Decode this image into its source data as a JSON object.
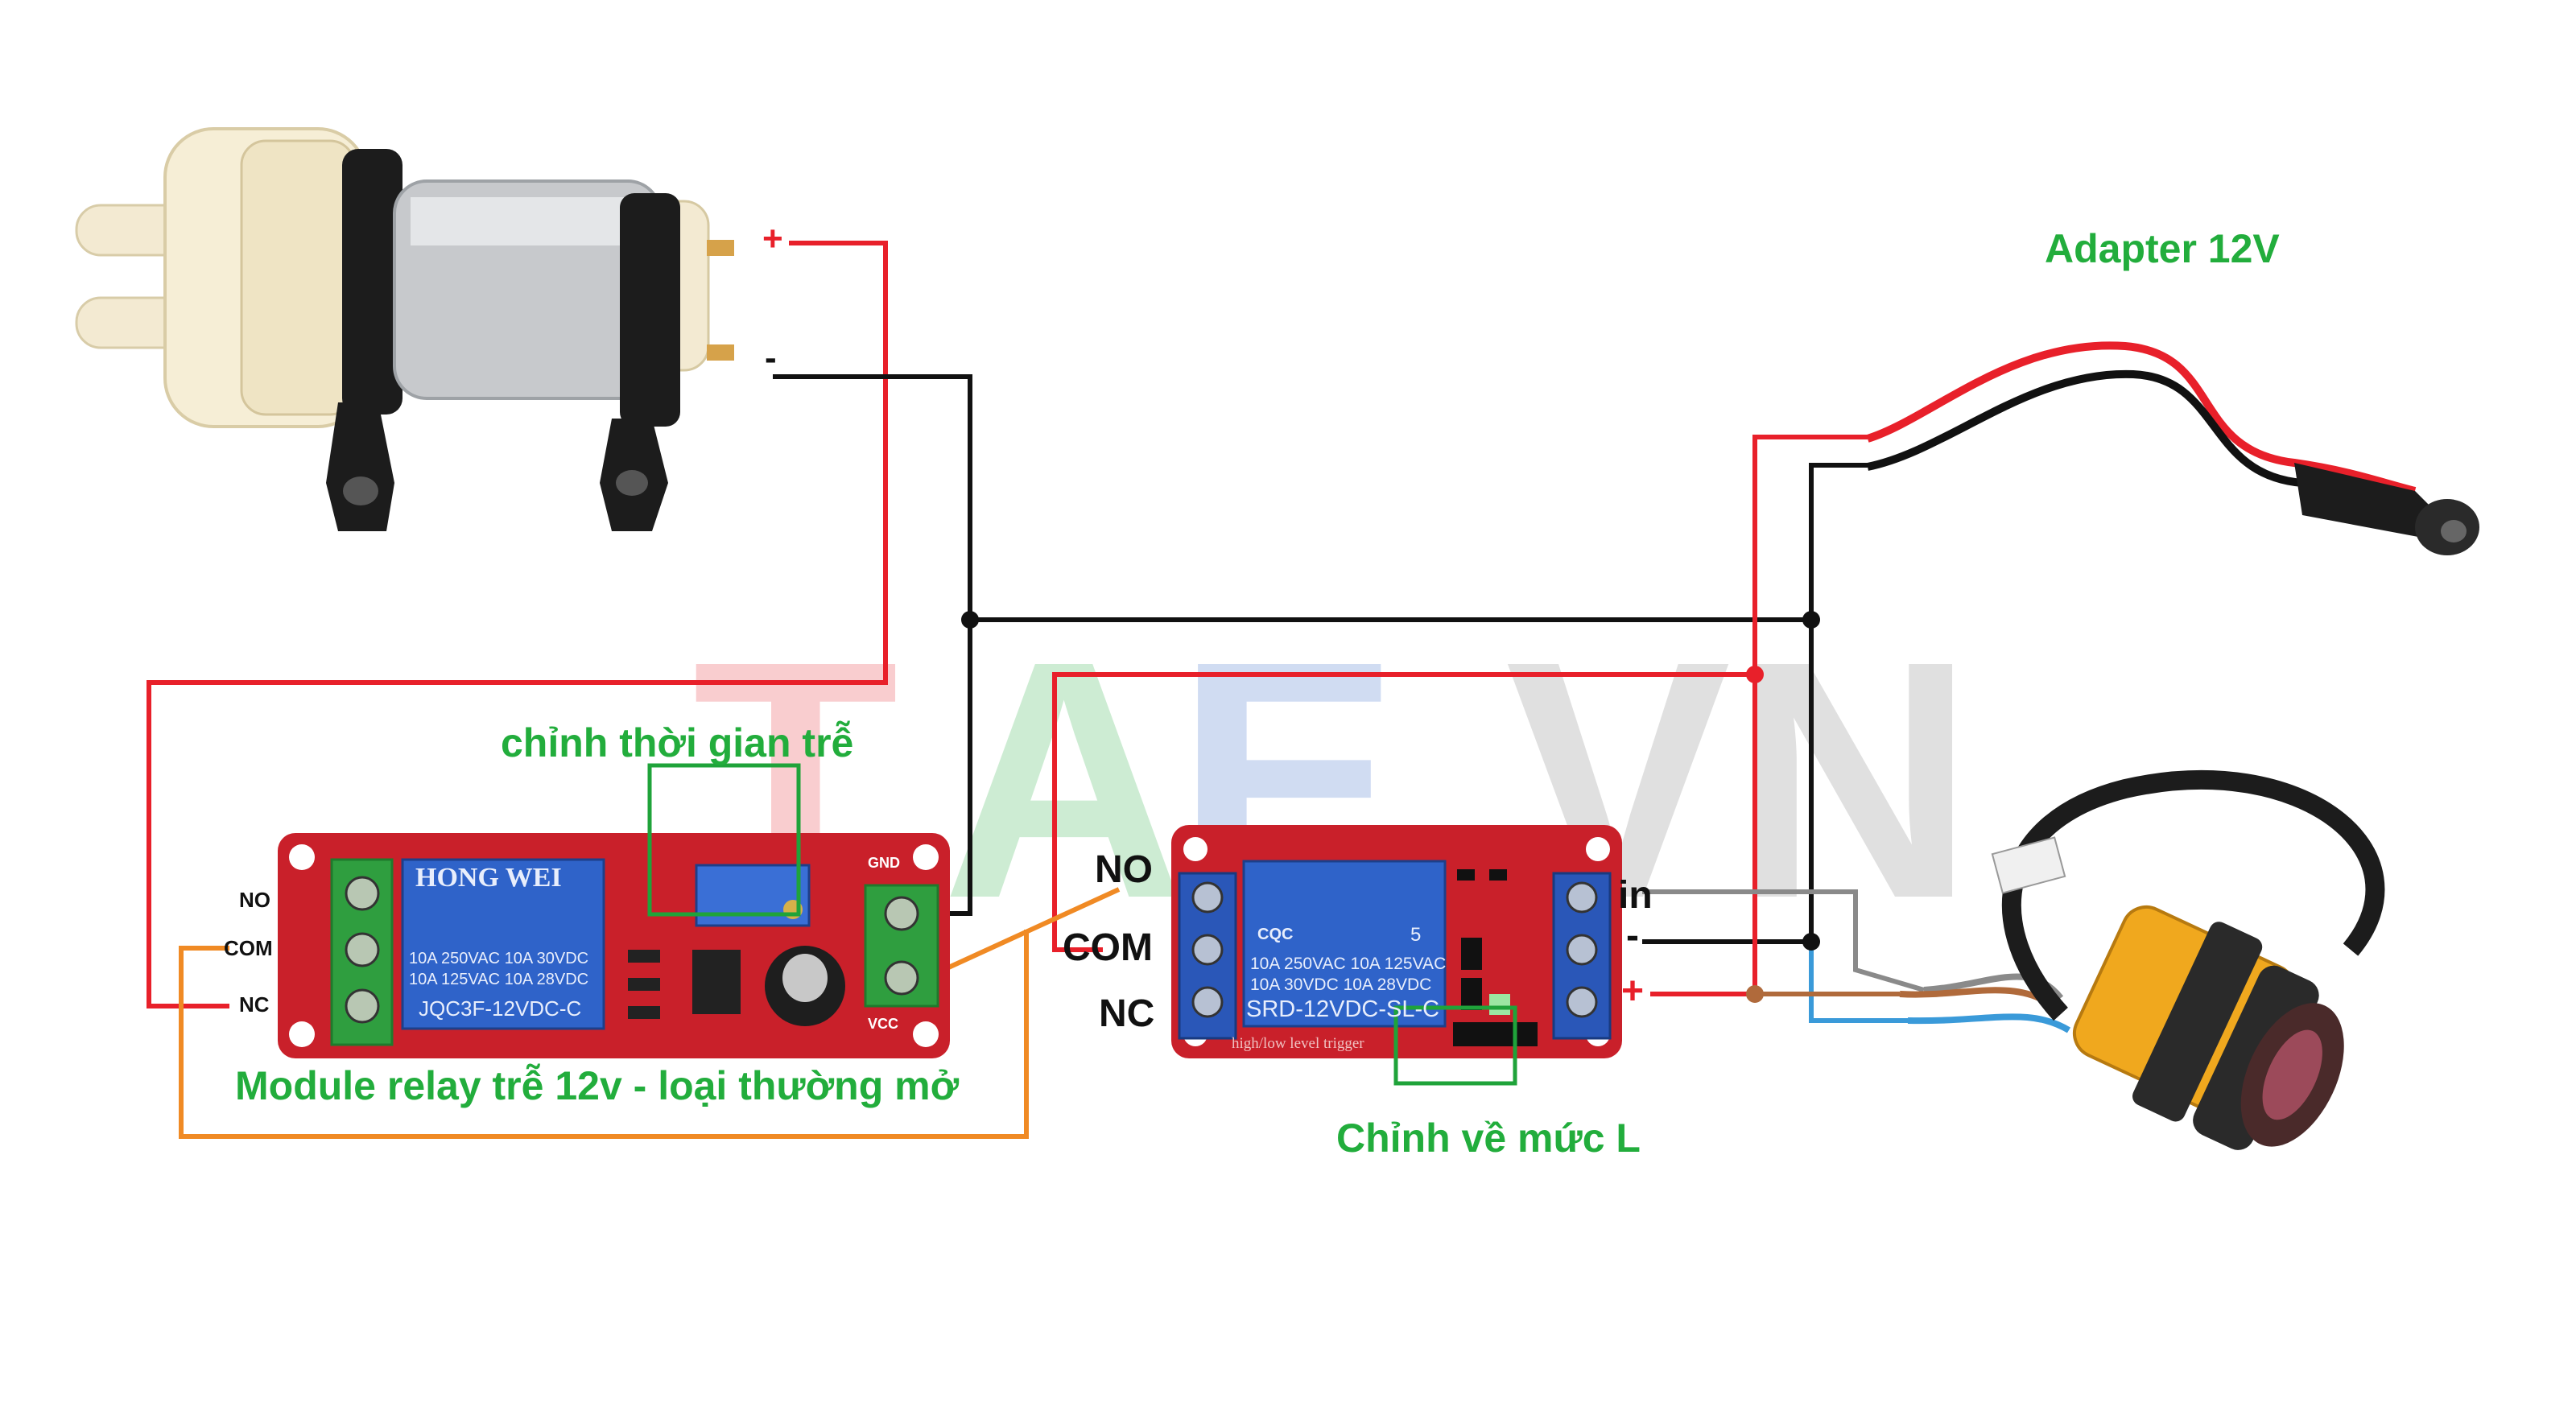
{
  "watermark": {
    "t": "T",
    "a": "A",
    "e": "E",
    "v": "V",
    "n": "N"
  },
  "labels": {
    "adapter": "Adapter 12V",
    "delay_adjust": "chỉnh thời gian trễ",
    "delay_module": "Module relay trễ 12v - loại thường mở",
    "level_adjust": "Chỉnh về mức L",
    "pump_plus": "+",
    "pump_minus": "-",
    "relay_no": "NO",
    "relay_com": "COM",
    "relay_nc": "NC",
    "relay_in": "in",
    "relay_minus": "-",
    "relay_plus": "+",
    "delay_no": "NO",
    "delay_com": "COM",
    "delay_nc": "NC"
  },
  "pcb": {
    "delay_relay_brand": "HONG WEI",
    "delay_relay_spec1": "10A 250VAC  10A 30VDC",
    "delay_relay_spec2": "10A 125VAC  10A 28VDC",
    "delay_relay_model": "JQC3F-12VDC-C",
    "relay_spec1": "10A 250VAC  10A 125VAC",
    "relay_spec2": "10A 30VDC   10A 28VDC",
    "relay_model": "SRD-12VDC-SL-C",
    "relay_trigger": "high/low level trigger",
    "relay_cqc": "CQC",
    "relay_num": "5",
    "delay_vcc": "VCC",
    "delay_gnd": "GND"
  },
  "colors": {
    "red_wire": "#e8202a",
    "black_wire": "#111111",
    "orange_wire": "#f08a24",
    "gray_wire": "#8a8a8a",
    "blue_wire": "#3a9ad9",
    "brown_wire": "#b06a3b",
    "label_green": "#22ad3c",
    "box_green": "#1fa33a",
    "pcb_red": "#c9202a",
    "relay_blue": "#2f63c9",
    "terminal_green": "#2f9e3f",
    "terminal_blue": "#2a57b8",
    "sensor_yellow": "#f0a81e"
  },
  "icons": [
    "water-pump-icon",
    "adapter-cable-icon",
    "ir-sensor-icon",
    "delay-relay-module-icon",
    "relay-module-icon"
  ]
}
